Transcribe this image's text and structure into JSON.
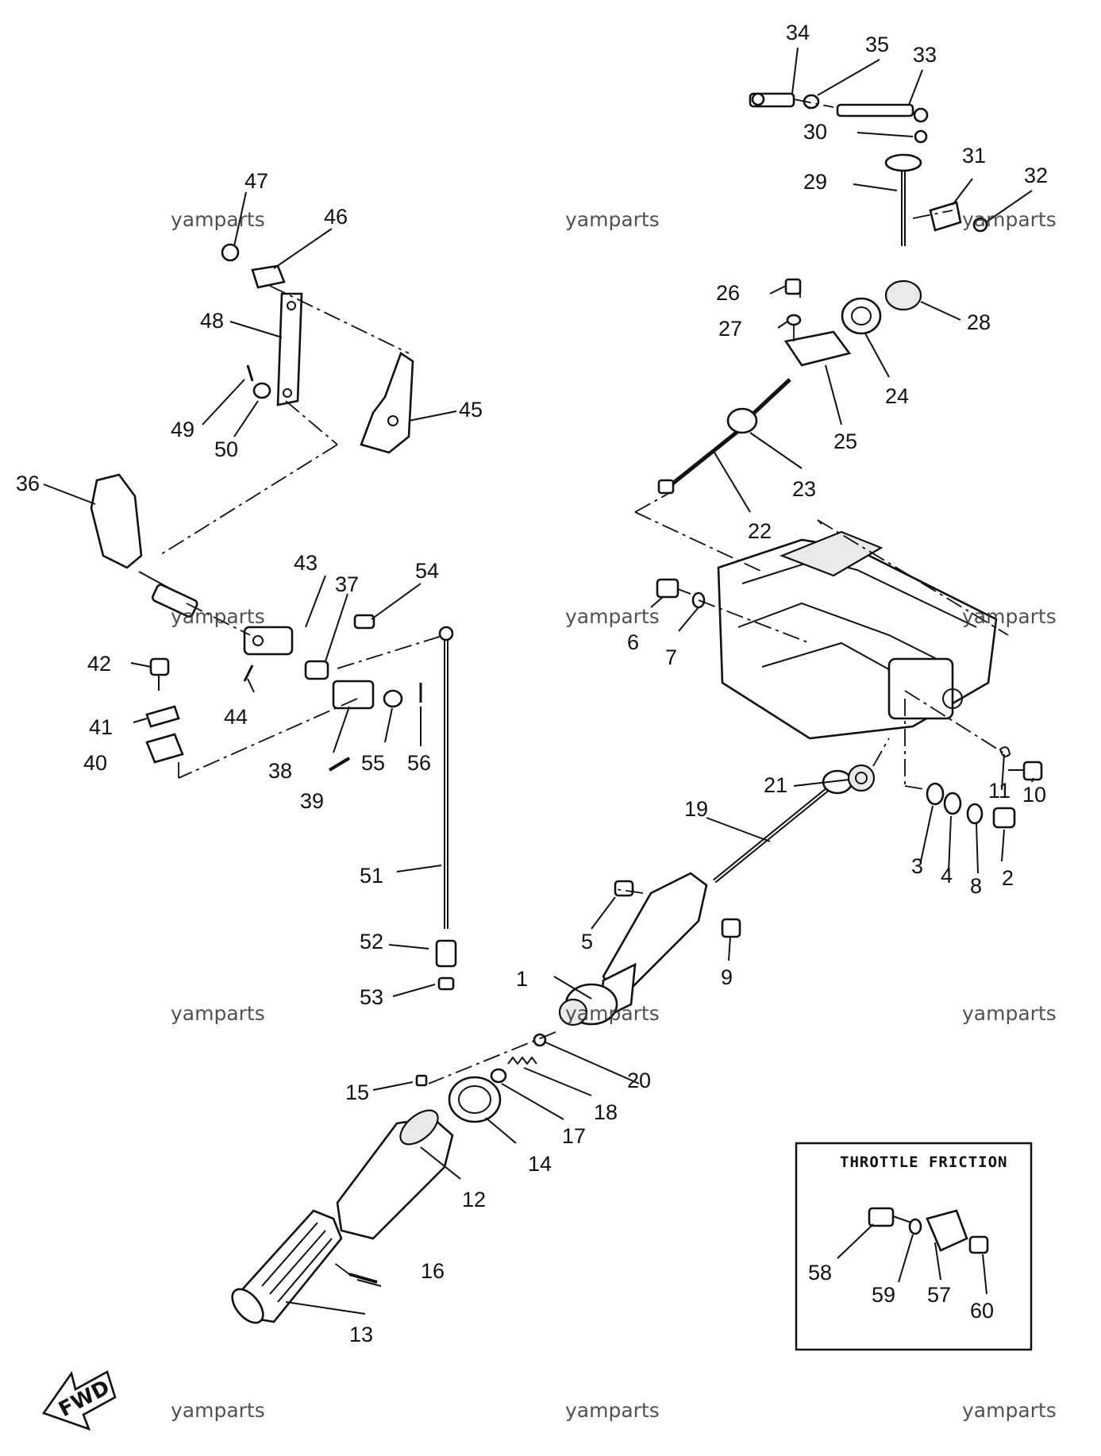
{
  "watermark": "yamparts",
  "inset": {
    "title": "THROTTLE FRICTION"
  },
  "fwd_label": "FWD",
  "callouts": [
    "1",
    "2",
    "3",
    "4",
    "5",
    "6",
    "7",
    "8",
    "9",
    "10",
    "11",
    "12",
    "13",
    "14",
    "15",
    "16",
    "17",
    "18",
    "19",
    "20",
    "21",
    "22",
    "23",
    "24",
    "25",
    "26",
    "27",
    "28",
    "29",
    "30",
    "31",
    "32",
    "33",
    "34",
    "35",
    "36",
    "37",
    "38",
    "39",
    "40",
    "41",
    "42",
    "43",
    "44",
    "45",
    "46",
    "47",
    "48",
    "49",
    "50",
    "51",
    "52",
    "53",
    "54",
    "55",
    "56",
    "57",
    "58",
    "59",
    "60"
  ]
}
